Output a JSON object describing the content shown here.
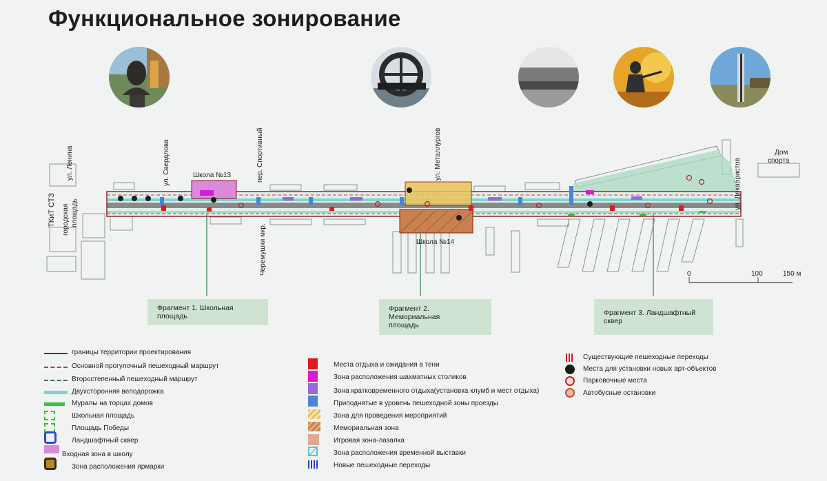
{
  "title": "Функциональное зонирование",
  "map": {
    "streets": {
      "lenina": "ул. Ленина",
      "sverdlova": "ул. Свердлова",
      "sportivny": "пер. Спортивный",
      "metallurgov": "ул. Металлургов",
      "dekabristov": "ул. Декабристов",
      "tkit": "ТКиТ СТЗ",
      "square_1": "городская",
      "square_2": "площадь",
      "cheremushki": "Черемушки мкр."
    },
    "buildings": {
      "school13": "Школа №13",
      "school14": "Школа №14",
      "dom_1": "Дом",
      "dom_2": "спорта"
    },
    "scale": {
      "t0": "0",
      "t100": "100",
      "t150": "150 м"
    }
  },
  "fragments": [
    {
      "label": "Фрагмент 1. Школьная площадь"
    },
    {
      "label_1": "Фрагмент 2. Мемориальная",
      "label_2": "площадь"
    },
    {
      "label_1": "Фрагмент 3. Ландшафтный",
      "label_2": "сквер"
    }
  ],
  "legend": {
    "col1": [
      "границы территории проектирования",
      "Основной прогулочный пешеходный маршрут",
      "Второстепенный пешеходный маршрут",
      "Двухсторонняя велодорожка",
      "Муралы на торцах домов",
      "Школьная площадь",
      "Площадь Победы",
      "Ландшафтный сквер",
      "Входная зона в школу",
      "Зона расположения ярмарки"
    ],
    "col2": [
      "Места отдыха и ожидания в тени",
      "Зона расположения шахматных столиков",
      "Зона кратковременного отдыха(установка клумб и мест отдыха)",
      "Приподнятые в уровень пешеходной зоны проезды",
      "Зона для проведения мероприятий",
      "Мемориальная зона",
      "Игровая зона-лазалка",
      "Зона расположения временной выставки",
      "Новые пешеходные переходы"
    ],
    "col3": [
      "Существующие пешеходные переходы",
      "Места для установки новых арт-объектов",
      "Парковочные места",
      "Автобусные остановки"
    ]
  },
  "colors": {
    "boundary": "#8b1a1a",
    "bike": "#7fd3cf",
    "road": "#8a8a8a",
    "landscape": "#a9d8c2",
    "school_sq": "#d98ad8",
    "memorial": "#c9824f",
    "events": "#e9c35a",
    "shade": "#e0191f",
    "chess": "#d21fd3",
    "short_rest": "#9a68d8",
    "raised": "#4e84d1",
    "fragment_bg": "#cfe3d3"
  },
  "icons": [
    "bust-photo",
    "cannon-photo",
    "historic-photo",
    "worker-photo",
    "art-object-photo",
    "art-object-icon",
    "parking-icon",
    "bus-stop-icon"
  ]
}
